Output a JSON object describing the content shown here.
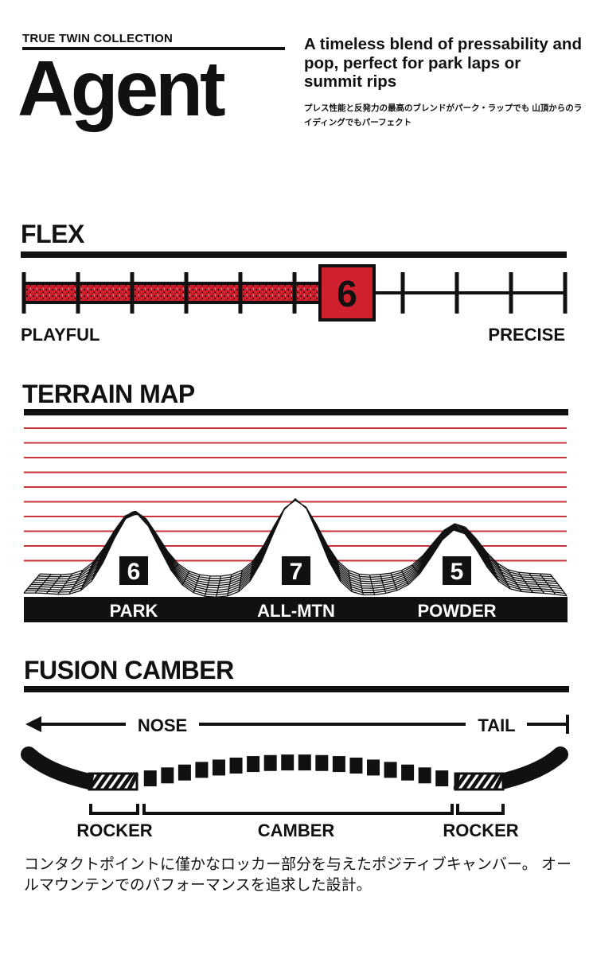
{
  "header": {
    "collection": "TRUE TWIN COLLECTION",
    "model": "Agent",
    "tagline": "A timeless blend of pressability and pop, perfect for park laps or summit rips",
    "tagline_jp": "プレス性能と反発力の最高のブレンドがパーク・ラップでも 山頂からのライディングでもパーフェクト"
  },
  "flex": {
    "title": "FLEX",
    "value": "6",
    "scale_max": 10,
    "label_left": "PLAYFUL",
    "label_right": "PRECISE",
    "fill_color": "#d0202e"
  },
  "terrain": {
    "title": "TERRAIN MAP",
    "items": [
      {
        "label": "PARK",
        "value": "6"
      },
      {
        "label": "ALL-MTN",
        "value": "7"
      },
      {
        "label": "POWDER",
        "value": "5"
      }
    ],
    "line_color": "#c8343c"
  },
  "camber": {
    "title": "FUSION CAMBER",
    "nose": "NOSE",
    "tail": "TAIL",
    "zones": [
      "ROCKER",
      "CAMBER",
      "ROCKER"
    ],
    "note_jp": "コンタクトポイントに僅かなロッカー部分を与えたポジティブキャンバー。 オールマウンテンでのパフォーマンスを追求した設計。"
  }
}
